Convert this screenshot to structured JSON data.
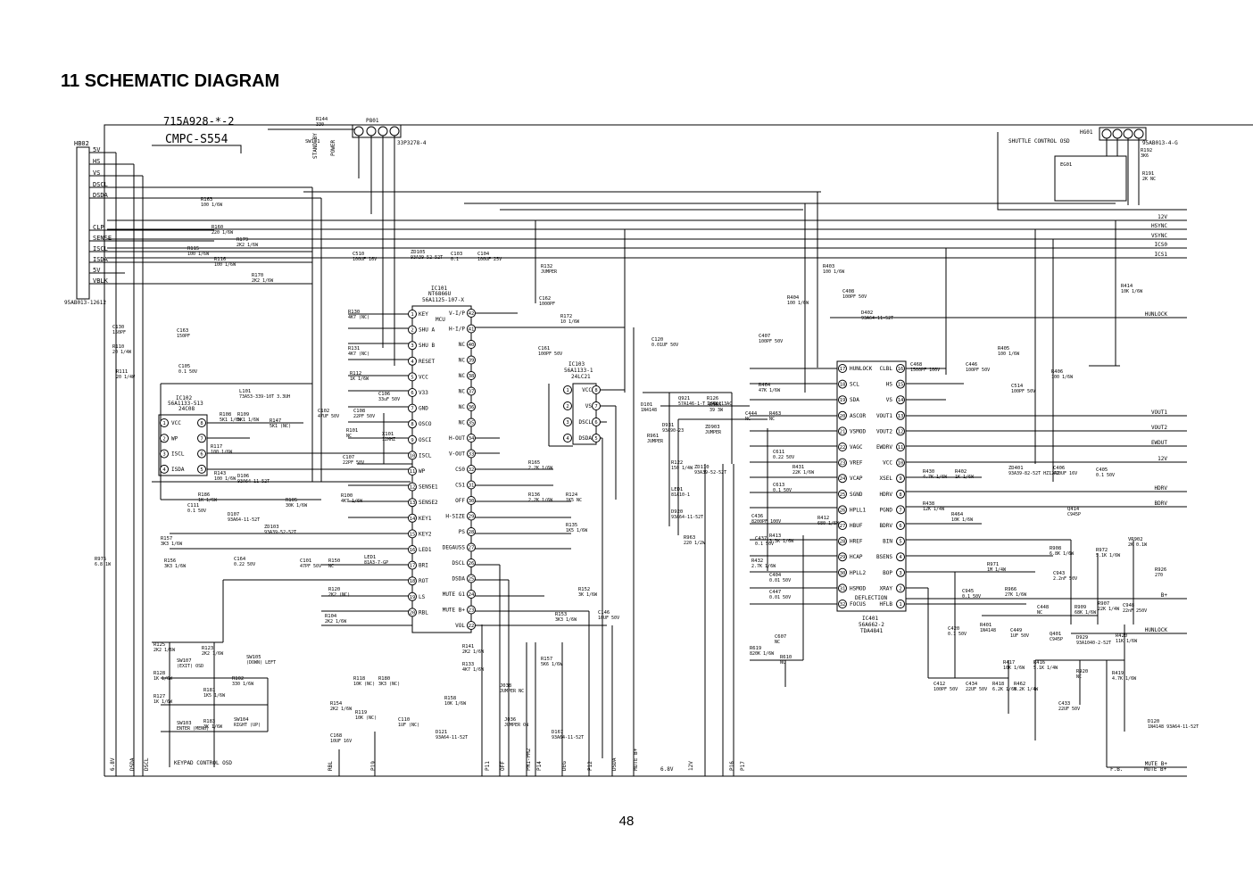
{
  "page": {
    "title": "11  SCHEMATIC DIAGRAM",
    "page_number": "48"
  },
  "board": {
    "part_no": "715A928-*-2",
    "model": "CMPC-S554"
  },
  "connectors": {
    "hb02": {
      "ref": "HB02",
      "part": "95AB013-12612",
      "pins": [
        "5V",
        "HS",
        "VS",
        "DSCL",
        "DSDA",
        "",
        "",
        "CLP",
        "SENSE",
        "ISCL",
        "ISDA",
        "5V",
        "VBLK"
      ]
    },
    "p801": {
      "ref": "P801",
      "part": "33P3278-4"
    },
    "hg01": {
      "ref": "HG01",
      "part": "95AB013-4-G",
      "label": "SHUTTLE CONTROL OSD"
    }
  },
  "ics": {
    "mcu": {
      "ref": "IC101",
      "part": "NT6866U",
      "part2": "56A1125-107-X",
      "type": "MCU",
      "left_pins": [
        "KEY",
        "SHU A",
        "SHU B",
        "RESET",
        "VCC",
        "V33",
        "GND",
        "OSCO",
        "OSCI",
        "ISCL",
        "WP",
        "SENSE1",
        "SENSE2",
        "KEY1",
        "KEY2",
        "LED1",
        "BRI",
        "ROT",
        "LS",
        "RBL"
      ],
      "right_pins": [
        "V-I/P",
        "H-I/P",
        "NC",
        "NC",
        "NC",
        "NC",
        "NC",
        "NC",
        "H-OUT",
        "V-OUT",
        "CS0",
        "CS1",
        "OFF",
        "H-SIZE",
        "PS",
        "DEGAUSS",
        "DSCL",
        "DSDA",
        "MUTE G1",
        "MUTE B+",
        "VOL"
      ]
    },
    "ic102": {
      "ref": "IC102",
      "part": "56A1133-513",
      "sub": "24C08",
      "pins": [
        "VCC",
        "WP",
        "ISCL",
        "ISDA"
      ]
    },
    "ic103": {
      "ref": "IC103",
      "part": "56A1133-1",
      "sub": "24LC21",
      "pins": [
        "VCC",
        "VS",
        "DSCL",
        "DSDA"
      ]
    },
    "ic401": {
      "ref": "IC401",
      "part": "56A662-2",
      "sub": "TDA4841",
      "label": "DEFLECTION",
      "left_pins": [
        "HUNLOCK",
        "SCL",
        "SDA",
        "ASCOR",
        "VSMOD",
        "VAGC",
        "VREF",
        "VCAP",
        "SGND",
        "HPLL1",
        "HBUF",
        "HREF",
        "HCAP",
        "HPLL2",
        "HSMOD",
        "FOCUS"
      ],
      "right_pins": [
        "CLBL",
        "HS",
        "VS",
        "VOUT1",
        "VOUT2",
        "EWDRV",
        "VCC",
        "XSEL",
        "HDRV",
        "PGND",
        "BDRV",
        "BIN",
        "BSENS",
        "BOP",
        "XRAY",
        "HFLB"
      ]
    }
  },
  "buses": [
    "12V",
    "HSYNC",
    "VSYNC",
    "ICS0",
    "ICS1",
    "HUNLOCK",
    "VOUT1",
    "VOUT2",
    "EWDUT",
    "12V",
    "HDRV",
    "BDRV",
    "B+",
    "HUNLOCK",
    "MUTE B+"
  ],
  "bottom_nets": [
    "6.8V",
    "DSDA",
    "DSCL",
    "RBL",
    "P19",
    "P11",
    "OFF",
    "PM1-PM2",
    "P14",
    "DEG",
    "P12",
    "DSDA",
    "MUTE B+",
    "6.8V",
    "12V",
    "P16",
    "P17",
    "F.B.",
    "MUTE B+"
  ],
  "labels": {
    "keypad": "KEYPAD CONTROL OSD",
    "power": "POWER",
    "standby": "STAND-BY"
  },
  "components": [
    {
      "ref": "R144",
      "val": "330"
    },
    {
      "ref": "R163",
      "val": "100 1/6W"
    },
    {
      "ref": "R160",
      "val": "220 1/6W"
    },
    {
      "ref": "R179",
      "val": "2K2 1/6W"
    },
    {
      "ref": "R115",
      "val": "100 1/6W"
    },
    {
      "ref": "R116",
      "val": "100 1/6W"
    },
    {
      "ref": "R170",
      "val": "2K2 1/6W"
    },
    {
      "ref": "C510",
      "val": "100UF 16V"
    },
    {
      "ref": "ZD105",
      "val": "93A39-52-52T"
    },
    {
      "ref": "C103",
      "val": "0.1"
    },
    {
      "ref": "C104",
      "val": "100UF 25V"
    },
    {
      "ref": "R132",
      "val": "JUMPER"
    },
    {
      "ref": "C162",
      "val": "1000PF"
    },
    {
      "ref": "R172",
      "val": "10 1/6W"
    },
    {
      "ref": "C161",
      "val": "100PF 50V"
    },
    {
      "ref": "C120",
      "val": "0.01UF 50V"
    },
    {
      "ref": "R403",
      "val": "100 1/6W"
    },
    {
      "ref": "C408",
      "val": "100PF 50V"
    },
    {
      "ref": "R404",
      "val": "100 1/6W"
    },
    {
      "ref": "D402",
      "val": "93A64-11-52T"
    },
    {
      "ref": "R414",
      "val": "10K 1/6W"
    },
    {
      "ref": "C407",
      "val": "100PF 50V"
    },
    {
      "ref": "C468",
      "val": "1500PF 100V"
    },
    {
      "ref": "C446",
      "val": "100PF 50V"
    },
    {
      "ref": "R405",
      "val": "100 1/6W"
    },
    {
      "ref": "R406",
      "val": "100 1/6W"
    },
    {
      "ref": "C514",
      "val": "100PF 50V"
    },
    {
      "ref": "R464",
      "val": "47K 1/6W"
    },
    {
      "ref": "R463",
      "val": "NC"
    },
    {
      "ref": "C444",
      "val": "NC"
    },
    {
      "ref": "Q921",
      "val": "57A146-1-T 2SC1213AC"
    },
    {
      "ref": "R965",
      "val": "39 3W"
    },
    {
      "ref": "ZD903",
      "val": "JUMPER"
    },
    {
      "ref": "D101",
      "val": "1N4148"
    },
    {
      "ref": "D931",
      "val": "93A90-23"
    },
    {
      "ref": "R961",
      "val": "JUMPER"
    },
    {
      "ref": "C130",
      "val": "150PF"
    },
    {
      "ref": "C163",
      "val": "150PF"
    },
    {
      "ref": "R110",
      "val": "20 1/4W"
    },
    {
      "ref": "R111",
      "val": "20 1/4W"
    },
    {
      "ref": "C105",
      "val": "0.1 50V"
    },
    {
      "ref": "L101",
      "val": "73A53-339-10T 3.3UH"
    },
    {
      "ref": "R108",
      "val": "5K1 1/6W"
    },
    {
      "ref": "R109",
      "val": "5K1 1/6W"
    },
    {
      "ref": "R147",
      "val": "5K1 (NC)"
    },
    {
      "ref": "R117",
      "val": "100 1/6W"
    },
    {
      "ref": "R143",
      "val": "100 1/6W"
    },
    {
      "ref": "D106",
      "val": "93A64-11-52T"
    },
    {
      "ref": "R130",
      "val": "4K7 (NC)"
    },
    {
      "ref": "R131",
      "val": "4K7 (NC)"
    },
    {
      "ref": "R112",
      "val": "1K 1/6W"
    },
    {
      "ref": "C106",
      "val": "33uF 50V"
    },
    {
      "ref": "C102",
      "val": "47UF 50V"
    },
    {
      "ref": "C108",
      "val": "22PF 50V"
    },
    {
      "ref": "X101",
      "val": "12MHZ"
    },
    {
      "ref": "C107",
      "val": "22PF 50V"
    },
    {
      "ref": "R101",
      "val": "NC"
    },
    {
      "ref": "C111",
      "val": "0.1 50V"
    },
    {
      "ref": "D107",
      "val": "93A64-11-52T"
    },
    {
      "ref": "R186",
      "val": "1K 1/6W"
    },
    {
      "ref": "R100",
      "val": "4K7 1/6W"
    },
    {
      "ref": "R105",
      "val": "30K 1/6W"
    },
    {
      "ref": "R165",
      "val": "2.2K 1/6W"
    },
    {
      "ref": "R136",
      "val": "2.2K 1/6W"
    },
    {
      "ref": "R124",
      "val": "1K5 NC"
    },
    {
      "ref": "R135",
      "val": "1K5 1/6W"
    },
    {
      "ref": "R157",
      "val": "3K3 1/6W"
    },
    {
      "ref": "R156",
      "val": "3K3 1/6W"
    },
    {
      "ref": "R975",
      "val": "6.8 1W"
    },
    {
      "ref": "C164",
      "val": "0.22 50V"
    },
    {
      "ref": "ZD103",
      "val": "93A39-52-52T"
    },
    {
      "ref": "C101",
      "val": "47PF 50V"
    },
    {
      "ref": "R150",
      "val": "NC"
    },
    {
      "ref": "LED1",
      "val": "81A3-7-GP"
    },
    {
      "ref": "R120",
      "val": "2K2 (NC)"
    },
    {
      "ref": "R104",
      "val": "2K2 1/6W"
    },
    {
      "ref": "R152",
      "val": "3K 1/6W"
    },
    {
      "ref": "R153",
      "val": "3K3 1/6W"
    },
    {
      "ref": "C146",
      "val": "10UF 50V"
    },
    {
      "ref": "R141",
      "val": "2K2 1/6W"
    },
    {
      "ref": "R133",
      "val": "4K7 1/6W"
    },
    {
      "ref": "R157b",
      "val": "5K6 1/6W"
    },
    {
      "ref": "R158",
      "val": "10K 1/6W"
    },
    {
      "ref": "D121",
      "val": "93A64-11-52T"
    },
    {
      "ref": "D167",
      "val": "93A64-11-52T"
    },
    {
      "ref": "J036",
      "val": "JUMPER ON"
    },
    {
      "ref": "J038",
      "val": "JUMPER NC"
    },
    {
      "ref": "R154",
      "val": "2K2 1/6W"
    },
    {
      "ref": "R119",
      "val": "10K (NC)"
    },
    {
      "ref": "R118",
      "val": "10K (NC)"
    },
    {
      "ref": "R180",
      "val": "3K3 (NC)"
    },
    {
      "ref": "C110",
      "val": "1UF (NC)"
    },
    {
      "ref": "C168",
      "val": "10UF 16V"
    },
    {
      "ref": "R125",
      "val": "2K2 1/6W"
    },
    {
      "ref": "R123",
      "val": "2K2 1/6W"
    },
    {
      "ref": "SW107",
      "val": "(EXIT) OSD"
    },
    {
      "ref": "SW105",
      "val": "(DOWN) LEFT"
    },
    {
      "ref": "SW103",
      "val": "ENTER (MENU)"
    },
    {
      "ref": "SW104",
      "val": "RIGHT (UP)"
    },
    {
      "ref": "R128",
      "val": "1K 1/6W"
    },
    {
      "ref": "R127",
      "val": "1K 1/6W"
    },
    {
      "ref": "R102",
      "val": "330 1/6W"
    },
    {
      "ref": "R181",
      "val": "1K5 1/6W"
    },
    {
      "ref": "R183",
      "val": "3K 1/6W"
    },
    {
      "ref": "R122",
      "val": "150 1/4W"
    },
    {
      "ref": "ZD110",
      "val": "93A39-52-52T"
    },
    {
      "ref": "LED1b",
      "val": "81A10-1"
    },
    {
      "ref": "D920",
      "val": "93A64-11-52T"
    },
    {
      "ref": "R963",
      "val": "220 1/2W"
    },
    {
      "ref": "R126",
      "val": "1/4W"
    },
    {
      "ref": "C611",
      "val": "0.22 50V"
    },
    {
      "ref": "R431",
      "val": "22K 1/6W"
    },
    {
      "ref": "C613",
      "val": "0.1 50V"
    },
    {
      "ref": "C436",
      "val": "8200PF 100V"
    },
    {
      "ref": "C437",
      "val": "0.1 50V"
    },
    {
      "ref": "R413",
      "val": "3.3K 1/6W"
    },
    {
      "ref": "R412",
      "val": "680 1/6W"
    },
    {
      "ref": "R432",
      "val": "2.7K 1/6W"
    },
    {
      "ref": "C404",
      "val": "0.01 50V"
    },
    {
      "ref": "C447",
      "val": "0.01 50V"
    },
    {
      "ref": "C607",
      "val": "NC"
    },
    {
      "ref": "R619",
      "val": "820K 1/6W"
    },
    {
      "ref": "R610",
      "val": "NC"
    },
    {
      "ref": "R430",
      "val": "4.7K 1/6W"
    },
    {
      "ref": "R402",
      "val": "1K 1/6W"
    },
    {
      "ref": "ZD401",
      "val": "93A39-82-52T HZ12A2"
    },
    {
      "ref": "C406",
      "val": "470UF 16V"
    },
    {
      "ref": "C405",
      "val": "0.1 50V"
    },
    {
      "ref": "R438",
      "val": "12K 1/4W"
    },
    {
      "ref": "R464b",
      "val": "10K 1/6W"
    },
    {
      "ref": "Q414",
      "val": "C945P"
    },
    {
      "ref": "VR902",
      "val": "2K 0.1W"
    },
    {
      "ref": "R908",
      "val": "6.8K 1/6W"
    },
    {
      "ref": "R972",
      "val": "5.1K 1/6W"
    },
    {
      "ref": "R926",
      "val": "270"
    },
    {
      "ref": "R971",
      "val": "1M 1/4W"
    },
    {
      "ref": "C943",
      "val": "2.2nF 50V"
    },
    {
      "ref": "C945",
      "val": "0.1 50V"
    },
    {
      "ref": "R966",
      "val": "27K 1/6W"
    },
    {
      "ref": "C448",
      "val": "NC"
    },
    {
      "ref": "R909",
      "val": "68K 1/6W"
    },
    {
      "ref": "R907",
      "val": "22K 1/4W"
    },
    {
      "ref": "C948",
      "val": "22nF 250V"
    },
    {
      "ref": "C420",
      "val": "0.1 50V"
    },
    {
      "ref": "R401",
      "val": "1N4148"
    },
    {
      "ref": "C449",
      "val": "1UF 50V"
    },
    {
      "ref": "Q401",
      "val": "C945P"
    },
    {
      "ref": "D929",
      "val": "93A1040-2-52T"
    },
    {
      "ref": "R420",
      "val": "11K 1/6W"
    },
    {
      "ref": "C412",
      "val": "100PF 50V"
    },
    {
      "ref": "C434",
      "val": "22UF 50V"
    },
    {
      "ref": "R417",
      "val": "10K 1/6W"
    },
    {
      "ref": "R418",
      "val": "6.2K 1/6W"
    },
    {
      "ref": "R462",
      "val": "6.2K 1/4W"
    },
    {
      "ref": "R416",
      "val": "5.1K 1/4W"
    },
    {
      "ref": "R920",
      "val": "NC"
    },
    {
      "ref": "C433",
      "val": "22UF 50V"
    },
    {
      "ref": "R419",
      "val": "4.7K 1/6W"
    },
    {
      "ref": "D120",
      "val": "1N4148 93A64-11-52T"
    },
    {
      "ref": "EG01",
      "val": ""
    },
    {
      "ref": "R192",
      "val": "3K6"
    },
    {
      "ref": "R191",
      "val": "2K NC"
    },
    {
      "ref": "SW101",
      "val": ""
    }
  ]
}
